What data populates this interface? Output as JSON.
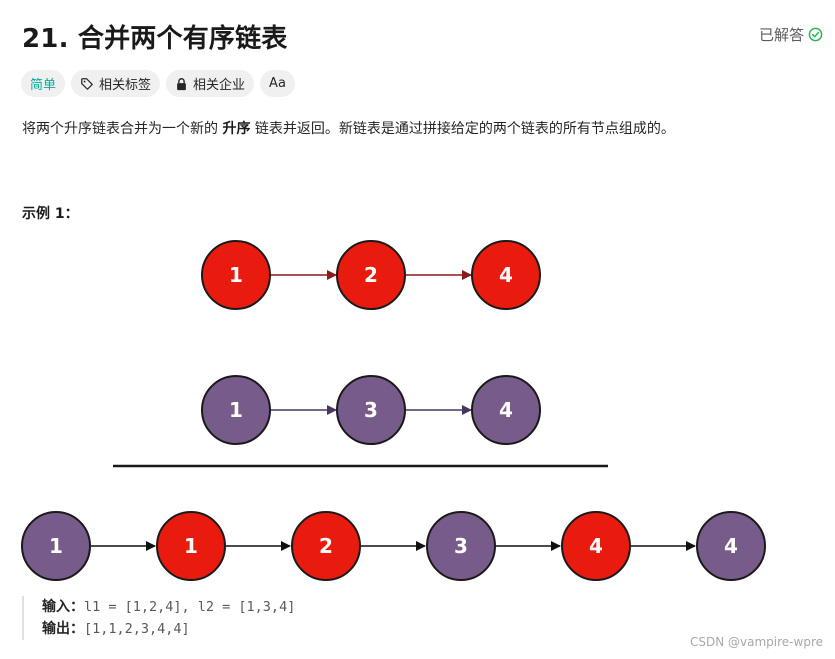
{
  "problem": {
    "title": "21. 合并两个有序链表",
    "status_label": "已解答"
  },
  "tags": {
    "difficulty": "简单",
    "topics": "相关标签",
    "companies": "相关企业",
    "font_toggle": "Aa"
  },
  "description": {
    "part1": "将两个升序链表合并为一个新的 ",
    "emphasis": "升序",
    "part2": " 链表并返回。新链表是通过拼接给定的两个链表的所有节点组成的。"
  },
  "example": {
    "title": "示例 1：",
    "list1": [
      "1",
      "2",
      "4"
    ],
    "list2": [
      "1",
      "3",
      "4"
    ],
    "merged": [
      "1",
      "1",
      "2",
      "3",
      "4",
      "4"
    ],
    "input_label": "输入：",
    "input_value": "l1 = [1,2,4], l2 = [1,3,4]",
    "output_label": "输出：",
    "output_value": "[1,1,2,3,4,4]"
  },
  "colors": {
    "red_node": "#e81b0e",
    "purple_node": "#775b8a",
    "accent_green": "#00af9b",
    "red_arrow": "#8b1a1a",
    "purple_arrow": "#4a3560"
  },
  "watermark": "CSDN @vampire-wpre"
}
